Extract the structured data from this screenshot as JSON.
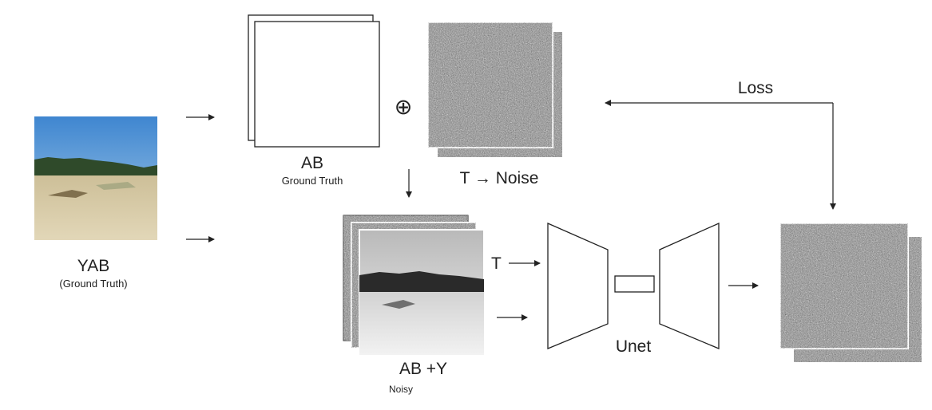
{
  "input": {
    "title": "YAB",
    "subtitle": "(Ground Truth)"
  },
  "ab": {
    "title": "AB",
    "subtitle": "Ground Truth"
  },
  "plus_symbol": "⊕",
  "noise": {
    "label": "T → Noise"
  },
  "loss": {
    "label": "Loss"
  },
  "noisy": {
    "title": "AB  +Y",
    "subtitle": "Noisy"
  },
  "t_input": {
    "label": "T"
  },
  "unet": {
    "label": "Unet"
  },
  "colors": {
    "line": "#222222",
    "sky": "#5b9ad6",
    "sand": "#d8c9a3",
    "trees": "#2f4a2a",
    "noise_mid": "#8a8a8a"
  }
}
